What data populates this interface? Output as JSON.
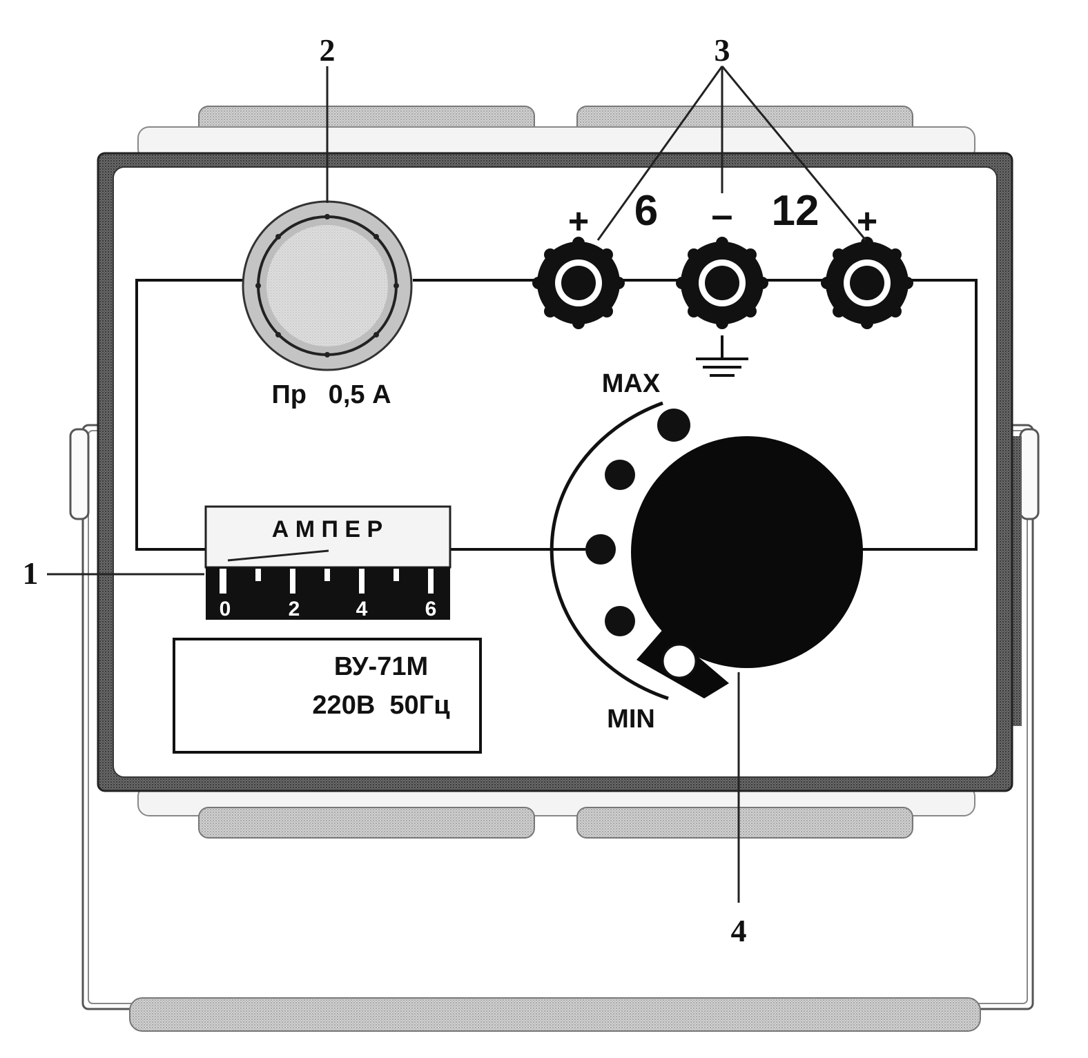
{
  "callouts": {
    "meter": "1",
    "fuse": "2",
    "terminals": "3",
    "knob": "4"
  },
  "fuse": {
    "label": "Пр   0,5 А"
  },
  "terminals": {
    "plus_left": "+",
    "six": "6",
    "minus": "–",
    "twelve": "12",
    "plus_right": "+"
  },
  "ammeter": {
    "title": "А М П Е Р",
    "ticks": [
      "0",
      "2",
      "4",
      "6"
    ]
  },
  "nameplate": {
    "model": "ВУ-71М",
    "rating": "220В  50Гц"
  },
  "regulator": {
    "max_label": "MAX",
    "min_label": "MIN",
    "positions": 5
  },
  "colors": {
    "ink": "#111111",
    "panel": "#ffffff",
    "housing_shade": "#b8b8b8",
    "fuse_ring": "#c4c4c4",
    "fuse_glass": "#e2e2e2"
  }
}
